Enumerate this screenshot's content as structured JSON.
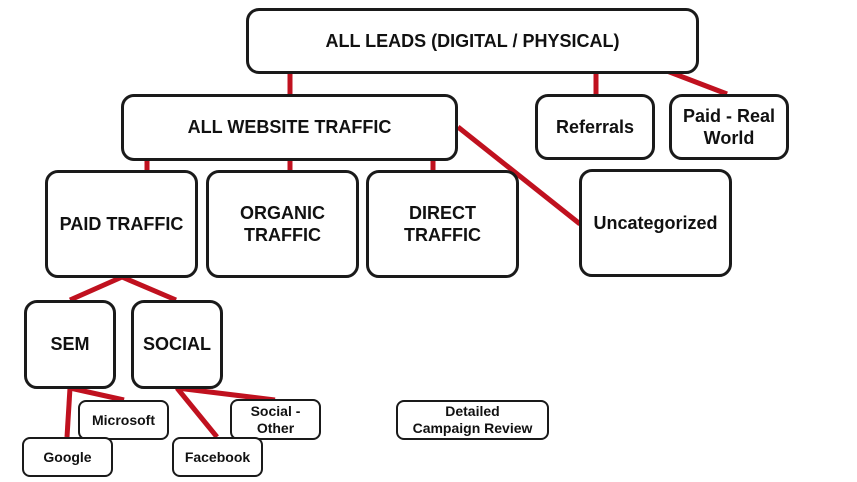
{
  "diagram": {
    "title": "Lead source hierarchy",
    "connector_color": "#c0111f",
    "nodes": {
      "all_leads": "ALL LEADS (DIGITAL / PHYSICAL)",
      "all_website_traffic": "ALL WEBSITE TRAFFIC",
      "referrals": "Referrals",
      "paid_real_world": "Paid - Real\nWorld",
      "paid_traffic": "PAID TRAFFIC",
      "organic_traffic": "ORGANIC\nTRAFFIC",
      "direct_traffic": "DIRECT\nTRAFFIC",
      "uncategorized": "Uncategorized",
      "sem": "SEM",
      "social": "SOCIAL",
      "microsoft": "Microsoft",
      "google": "Google",
      "social_other": "Social -\nOther",
      "facebook": "Facebook",
      "detailed_campaign_review": "Detailed\nCampaign Review"
    },
    "edges": [
      [
        "all_leads",
        "all_website_traffic"
      ],
      [
        "all_leads",
        "referrals"
      ],
      [
        "all_leads",
        "paid_real_world"
      ],
      [
        "all_website_traffic",
        "paid_traffic"
      ],
      [
        "all_website_traffic",
        "organic_traffic"
      ],
      [
        "all_website_traffic",
        "direct_traffic"
      ],
      [
        "all_website_traffic",
        "uncategorized"
      ],
      [
        "paid_traffic",
        "sem"
      ],
      [
        "paid_traffic",
        "social"
      ],
      [
        "sem",
        "google"
      ],
      [
        "sem",
        "microsoft"
      ],
      [
        "social",
        "facebook"
      ],
      [
        "social",
        "social_other"
      ]
    ]
  }
}
